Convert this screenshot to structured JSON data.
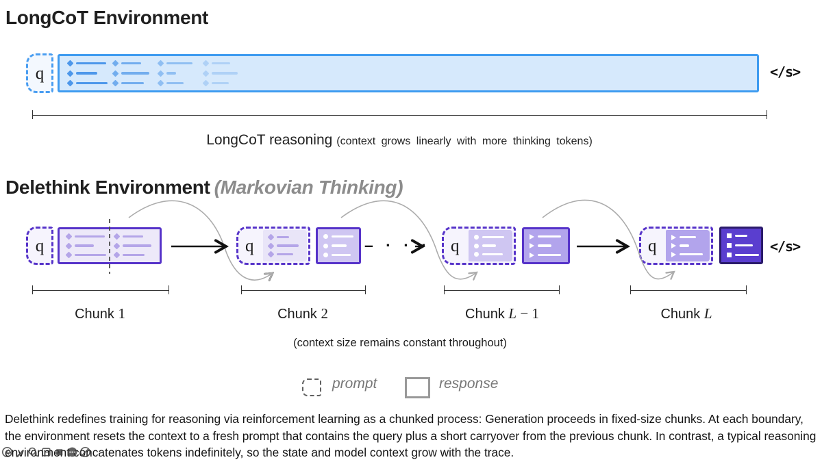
{
  "longcot": {
    "title": "LongCoT Environment",
    "caption_main": "LongCoT reasoning",
    "caption_note": "(context grows linearly with more thinking tokens)"
  },
  "delethink": {
    "title": "Delethink Environment",
    "subtitle": "(Markovian Thinking)",
    "caption": "(context size remains constant throughout)",
    "ellipsis": "– · · ·",
    "chunks": [
      {
        "prefix": "Chunk",
        "var_italic": "",
        "var_rest": "1"
      },
      {
        "prefix": "Chunk",
        "var_italic": "",
        "var_rest": "2"
      },
      {
        "prefix": "Chunk",
        "var_italic": "L",
        "var_rest": " − 1"
      },
      {
        "prefix": "Chunk",
        "var_italic": "L",
        "var_rest": ""
      }
    ]
  },
  "tokens": {
    "query": "q",
    "eos": "</s>"
  },
  "legend": {
    "prompt": "prompt",
    "response": "response"
  },
  "footer": {
    "text": "Delethink redefines training for reasoning via reinforcement learning as a chunked process: Generation proceeds in fixed-size chunks. At each boundary, the environment resets the context to a fresh prompt that contains the query plus a short carryover from the previous chunk. In contrast, a typical reasoning environment concatenates tokens indefinitely, so the state and model context grow with the trace."
  },
  "toolbar": {
    "icons": [
      "back",
      "pen",
      "magnifier",
      "crop",
      "stop",
      "more",
      "block"
    ]
  },
  "colors": {
    "blue_border": "#3E9BF0",
    "blue_dash": "#4A9EF1",
    "blue_fill": "#D6E9FC",
    "blue_token": "#4D97EA",
    "purple_border": "#5633C9",
    "purple_dark_border": "#2B1B6B",
    "purple_fill_1": "#EDE9F9",
    "purple_fill_2": "#E9E5F8",
    "purple_fill_3": "#CFC6F2",
    "purple_fill_4": "#B2A4EC",
    "purple_fill_5": "#5A3ECF",
    "prompt_fill": "#F6F4FD",
    "diamond_purple": "#B4A5E8",
    "gray_arrow": "#ACACAC",
    "title_dark": "#1F1F1F",
    "subtitle_gray": "#8C8C8C",
    "legend_gray": "#777777"
  }
}
